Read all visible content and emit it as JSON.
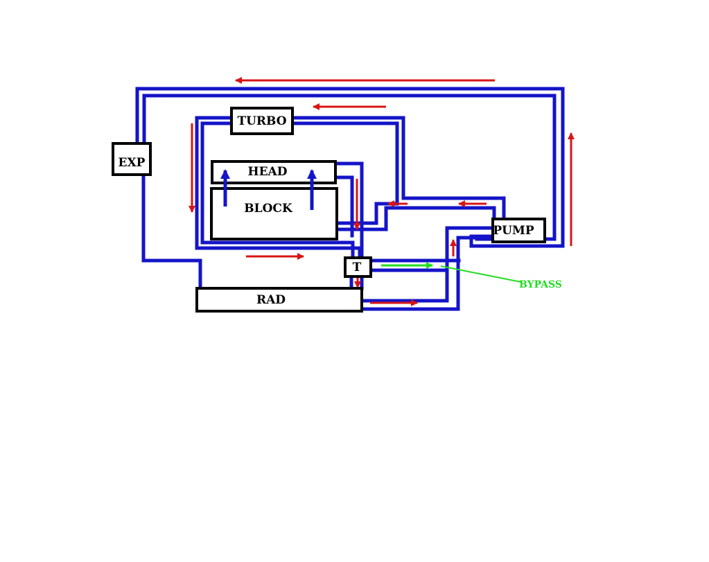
{
  "diagram": {
    "components": {
      "exp": "EXP",
      "turbo": "TURBO",
      "head": "HEAD",
      "block": "BLOCK",
      "pump": "PUMP",
      "thermostat": "T",
      "rad": "RAD"
    },
    "bypass_label": "BYPASS",
    "colors": {
      "pipe": "#1414c8",
      "flow_arrow": "#d81414",
      "internal_flow_arrow": "#1414c8",
      "bypass": "#22dd22",
      "box_border": "#000000",
      "background": "#ffffff"
    },
    "icons": [
      "flow-arrow",
      "bypass-arrow"
    ]
  }
}
